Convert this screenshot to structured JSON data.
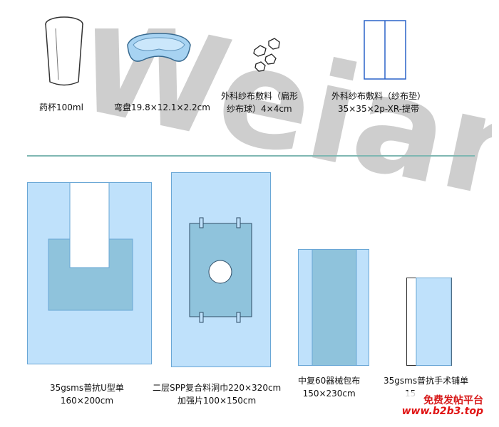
{
  "watermark": {
    "text": "Weian"
  },
  "top_items": [
    {
      "label": "药杯100ml"
    },
    {
      "label": "弯盘19.8×12.1×2.2cm"
    },
    {
      "line1": "外科纱布敷料（扁形",
      "line2": "纱布球）4×4cm"
    },
    {
      "line1": "外科纱布敷料（纱布垫）",
      "line2": "35×35×2p-XR-提带"
    }
  ],
  "bottom_items": [
    {
      "line1": "35gsms普抗U型单",
      "line2": "160×200cm"
    },
    {
      "line1": "二层SPP复合料洞巾220×320cm",
      "line2": "加强片100×150cm"
    },
    {
      "line1": "中复60器械包布",
      "line2": "150×230cm"
    },
    {
      "line1": "35gsms普抗手术铺单",
      "line2": "15"
    }
  ],
  "badge": {
    "line1": "免费发帖平台",
    "line2": "www.b2b3.top"
  },
  "colors": {
    "panel": "#bfe1fb",
    "panel_dark": "#8fc3dc",
    "outline": "#6aa7d6",
    "divider": "#7fb7b2"
  }
}
